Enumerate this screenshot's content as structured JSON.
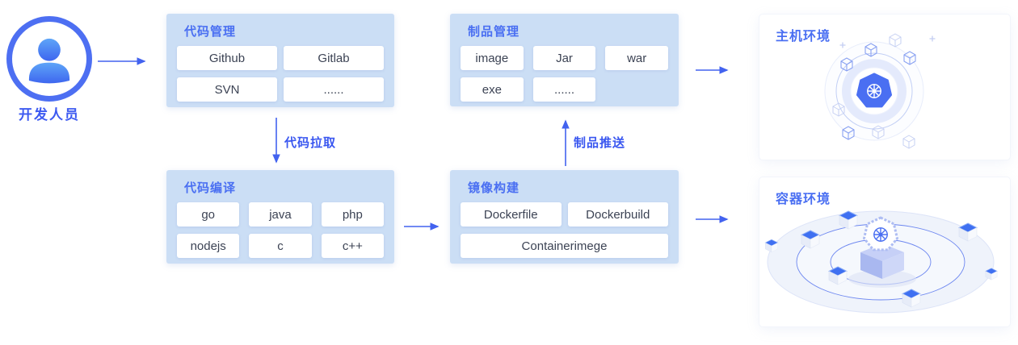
{
  "colors": {
    "panel_bg": "#cbdef5",
    "accent_blue": "#4a6ff2",
    "arrow_blue": "#4262ef",
    "pill_text": "#3c4354",
    "label_blue": "#3a57f0"
  },
  "developer": {
    "label": "开发人员"
  },
  "flow": {
    "code_pull_label": "代码拉取",
    "artifact_push_label": "制品推送"
  },
  "panels": {
    "code_management": {
      "title": "代码管理",
      "items": [
        "Github",
        "Gitlab",
        "SVN",
        "......"
      ]
    },
    "code_compile": {
      "title": "代码编译",
      "items": [
        "go",
        "java",
        "php",
        "nodejs",
        "c",
        "c++"
      ]
    },
    "artifact_management": {
      "title": "制品管理",
      "items": [
        "image",
        "Jar",
        "war",
        "exe",
        "......"
      ]
    },
    "image_build": {
      "title": "镜像构建",
      "items": [
        "Dockerfile",
        "Dockerbuild",
        "Containerimege"
      ]
    }
  },
  "environments": {
    "host": {
      "title": "主机环境"
    },
    "container": {
      "title": "容器环境"
    }
  }
}
